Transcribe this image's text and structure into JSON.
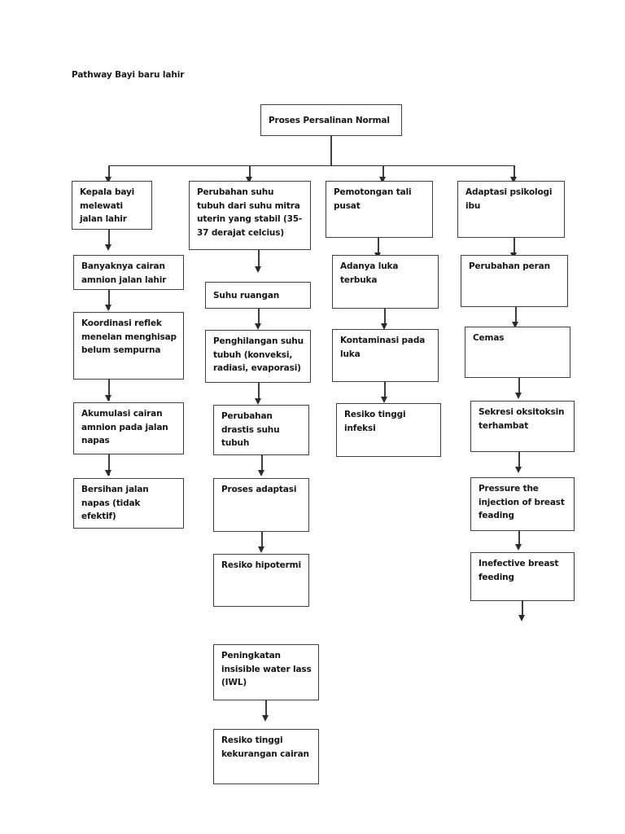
{
  "page": {
    "title": "Pathway Bayi baru lahir",
    "background_color": "#ffffff",
    "box_border_color": "#3f3f3f",
    "connector_color": "#2f2f2f",
    "text_color": "#161616"
  },
  "diagram_data": {
    "type": "flowchart",
    "orientation": "top-down, 4 parallel branches",
    "root": "Proses Persalinan Normal",
    "nodes": {
      "root": "Proses Persalinan Normal",
      "c1_1": "Kepala bayi melewati jalan lahir",
      "c1_2": "Banyaknya cairan amnion jalan lahir",
      "c1_3": "Koordinasi reflek menelan menghisap belum sempurna",
      "c1_4": "Akumulasi cairan amnion pada jalan napas",
      "c1_5": "Bersihan jalan napas (tidak efektif)",
      "c2_1": "Perubahan suhu tubuh dari suhu mitra uterin yang stabil (35-37 derajat celcius)",
      "c2_2": "Suhu ruangan",
      "c2_3": "Penghilangan suhu tubuh (konveksi, radiasi, evaporasi)",
      "c2_4": "Perubahan drastis suhu tubuh",
      "c2_5": "Proses adaptasi",
      "c2_6": "Resiko hipotermi",
      "c3_1": "Pemotongan tali pusat",
      "c3_2": "Adanya luka terbuka",
      "c3_3": "Kontaminasi pada luka",
      "c3_4": "Resiko tinggi infeksi",
      "c4_1": "Adaptasi psikologi ibu",
      "c4_2": "Perubahan peran",
      "c4_3": "Cemas",
      "c4_4": "Sekresi oksitoksin terhambat",
      "c4_5": "Pressure the injection of breast feading",
      "c4_6": "Inefective breast feeding",
      "b1": "Peningkatan insisible water lass (IWL)",
      "b2": "Resiko tinggi kekurangan cairan"
    },
    "edges": [
      {
        "from": "root",
        "to": "c1_1"
      },
      {
        "from": "root",
        "to": "c2_1"
      },
      {
        "from": "root",
        "to": "c3_1"
      },
      {
        "from": "root",
        "to": "c4_1"
      },
      {
        "from": "c1_1",
        "to": "c1_2"
      },
      {
        "from": "c1_2",
        "to": "c1_3"
      },
      {
        "from": "c1_3",
        "to": "c1_4"
      },
      {
        "from": "c1_4",
        "to": "c1_5"
      },
      {
        "from": "c2_1",
        "to": "c2_2"
      },
      {
        "from": "c2_2",
        "to": "c2_3"
      },
      {
        "from": "c2_3",
        "to": "c2_4"
      },
      {
        "from": "c2_4",
        "to": "c2_5"
      },
      {
        "from": "c2_5",
        "to": "c2_6"
      },
      {
        "from": "c3_1",
        "to": "c3_2"
      },
      {
        "from": "c3_2",
        "to": "c3_3"
      },
      {
        "from": "c3_3",
        "to": "c3_4"
      },
      {
        "from": "c4_1",
        "to": "c4_2"
      },
      {
        "from": "c4_2",
        "to": "c4_3"
      },
      {
        "from": "c4_3",
        "to": "c4_4"
      },
      {
        "from": "c4_4",
        "to": "c4_5"
      },
      {
        "from": "c4_5",
        "to": "c4_6"
      },
      {
        "from": "c4_6",
        "to": "(unconnected)"
      },
      {
        "from": "b1",
        "to": "b2"
      }
    ]
  }
}
